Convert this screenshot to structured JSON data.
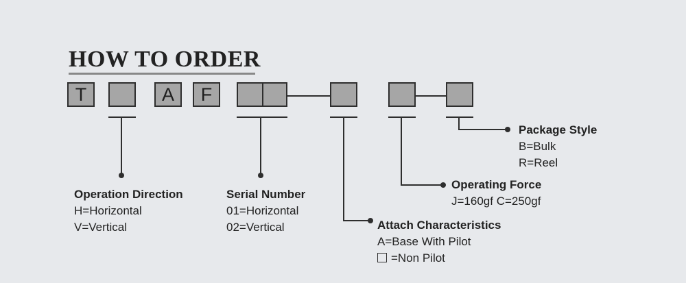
{
  "title": "HOW TO ORDER",
  "code_boxes": [
    "T",
    "",
    "A",
    "F",
    "",
    ""
  ],
  "labels": {
    "operation_direction": {
      "heading": "Operation Direction",
      "lines": [
        "H=Horizontal",
        "V=Vertical"
      ]
    },
    "serial_number": {
      "heading": "Serial Number",
      "lines": [
        "01=Horizontal",
        "02=Vertical"
      ]
    },
    "attach_characteristics": {
      "heading": "Attach Characteristics",
      "lines": [
        "A=Base With Pilot",
        "=Non Pilot"
      ]
    },
    "operating_force": {
      "heading": "Operating Force",
      "lines": [
        "J=160gf C=250gf"
      ]
    },
    "package_style": {
      "heading": "Package Style",
      "lines": [
        "B=Bulk",
        "R=Reel"
      ]
    }
  }
}
